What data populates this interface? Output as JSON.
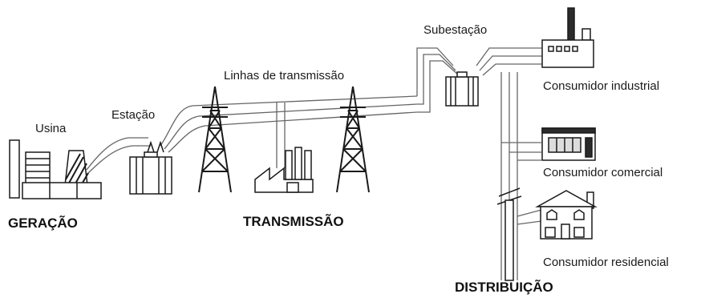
{
  "labels": {
    "usina": "Usina",
    "estacao": "Estação",
    "linhas": "Linhas de transmissão",
    "subestacao": "Subestação",
    "industrial": "Consumidor industrial",
    "comercial": "Consumidor comercial",
    "residencial": "Consumidor residencial"
  },
  "sections": {
    "geracao": "GERAÇÃO",
    "transmissao": "TRANSMISSÃO",
    "distribuicao": "DISTRIBUIÇÃO"
  },
  "colors": {
    "ink": "#1a1a1a",
    "wire": "#555555",
    "fill_light": "#ececec",
    "fill_dark": "#2b2b2b"
  }
}
